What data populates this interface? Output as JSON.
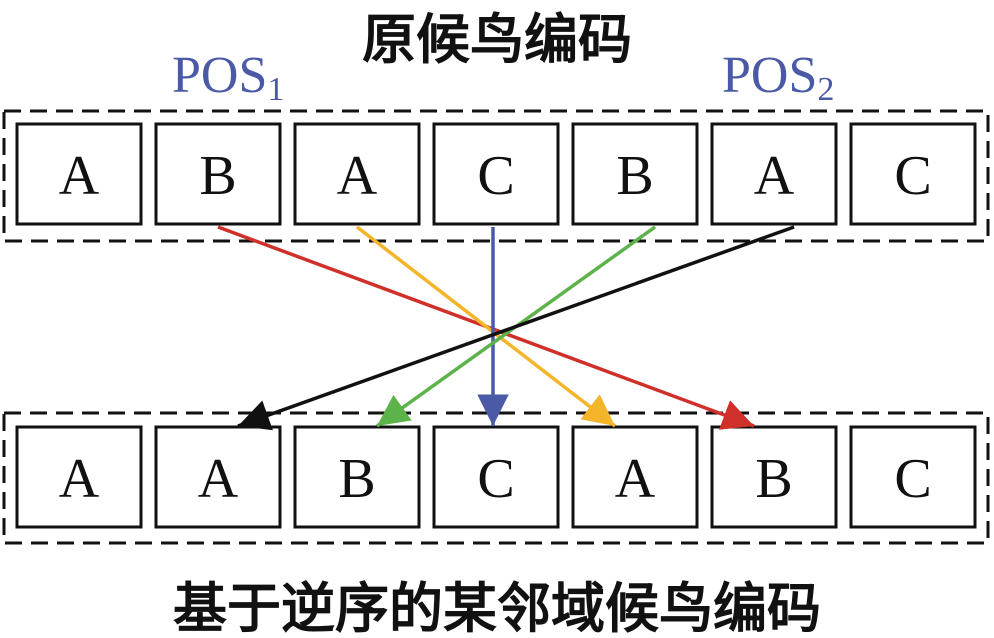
{
  "top_title": "原候鸟编码",
  "bottom_title": "基于逆序的某邻域候鸟编码",
  "pos_labels": [
    {
      "base": "POS",
      "sub": "1"
    },
    {
      "base": "POS",
      "sub": "2"
    }
  ],
  "original_sequence": [
    "A",
    "B",
    "A",
    "C",
    "B",
    "A",
    "C"
  ],
  "neighbor_sequence": [
    "A",
    "A",
    "B",
    "C",
    "A",
    "B",
    "C"
  ],
  "mappings": [
    {
      "from": 1,
      "to": 5,
      "color": "#d0302a"
    },
    {
      "from": 2,
      "to": 4,
      "color": "#f4b52a"
    },
    {
      "from": 3,
      "to": 3,
      "color": "#4a5aa6"
    },
    {
      "from": 4,
      "to": 2,
      "color": "#5cb34a"
    },
    {
      "from": 5,
      "to": 1,
      "color": "#111111"
    }
  ]
}
